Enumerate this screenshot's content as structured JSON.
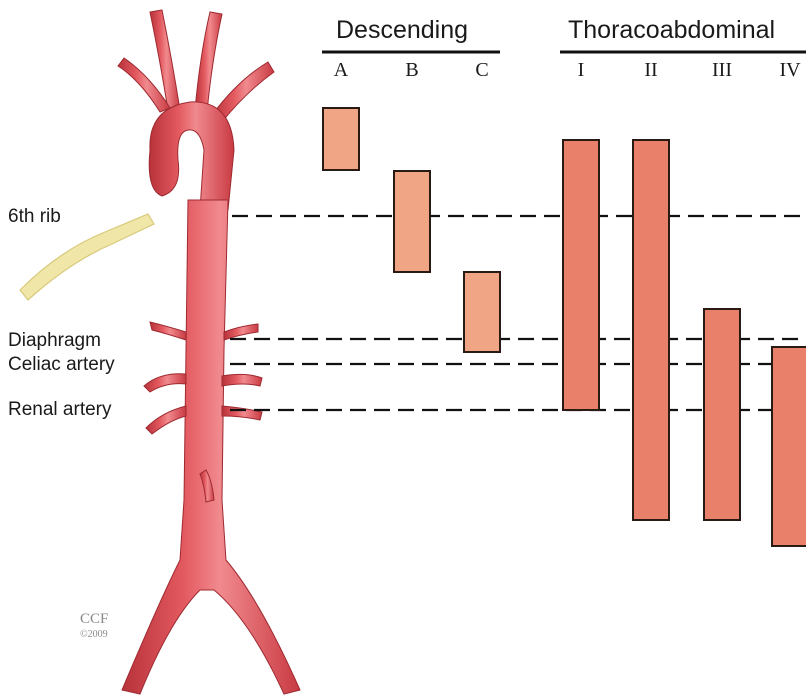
{
  "headers": {
    "descending": "Descending",
    "thoracoabdominal": "Thoracoabdominal"
  },
  "extent_types": [
    {
      "group": "Descending",
      "label": "A"
    },
    {
      "group": "Descending",
      "label": "B"
    },
    {
      "group": "Descending",
      "label": "C"
    },
    {
      "group": "Thoracoabdominal",
      "label": "I"
    },
    {
      "group": "Thoracoabdominal",
      "label": "II"
    },
    {
      "group": "Thoracoabdominal",
      "label": "III"
    },
    {
      "group": "Thoracoabdominal",
      "label": "IV"
    }
  ],
  "landmarks": {
    "sixth_rib": "6th rib",
    "diaphragm": "Diaphragm",
    "celiac_artery": "Celiac artery",
    "renal_artery": "Renal artery"
  },
  "credit": {
    "name": "CCF",
    "year": "©2009"
  },
  "colors": {
    "aorta": "#d9484f",
    "aorta_highlight": "#f08a8e",
    "descending_bar": "#f0a585",
    "thoracoabdominal_bar": "#e8806a",
    "bar_border": "#2a1a14",
    "rib": "#efe6a8",
    "text": "#1a1a1a"
  }
}
